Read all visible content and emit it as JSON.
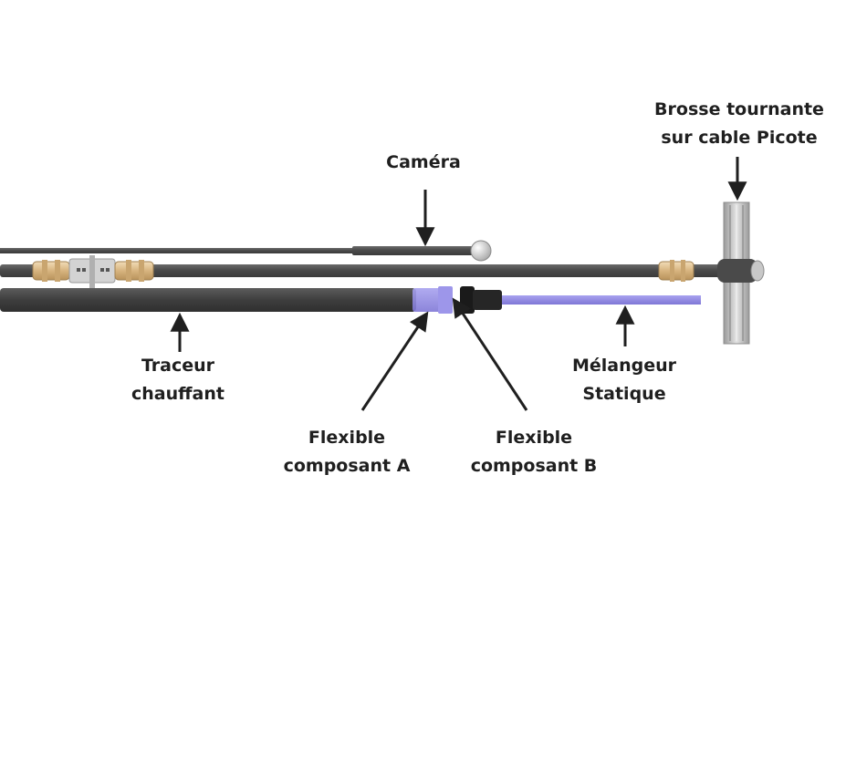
{
  "labels": {
    "camera": {
      "line1": "Caméra"
    },
    "brush": {
      "line1": "Brosse tournante",
      "line2": "sur cable Picote"
    },
    "tracer": {
      "line1": "Traceur",
      "line2": "chauffant"
    },
    "mixer": {
      "line1": "Mélangeur",
      "line2": "Statique"
    },
    "hose_a": {
      "line1": "Flexible",
      "line2": "composant A"
    },
    "hose_b": {
      "line1": "Flexible",
      "line2": "composant B"
    }
  },
  "colors": {
    "cable_dark": "#4a4a4a",
    "cable_light": "#6c6c6c",
    "coupling_brass": "#d9b98c",
    "mixer_blue": "#8c84e0",
    "brush_grey": "#b8b8b8",
    "arrow": "#1f1f1f"
  }
}
